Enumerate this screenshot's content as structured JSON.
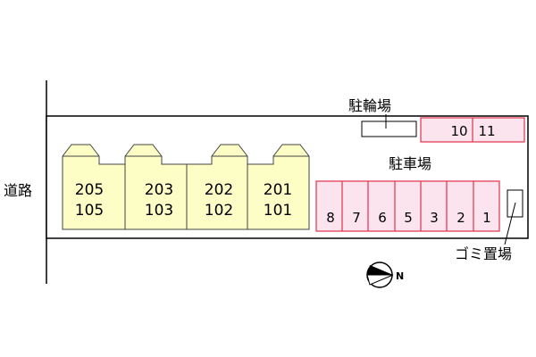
{
  "road_label": "道路",
  "bicycle_parking_label": "駐輪場",
  "parking_label": "駐車場",
  "garbage_label": "ゴミ置場",
  "compass_label": "N",
  "buildings": [
    {
      "upper": "205",
      "lower": "105"
    },
    {
      "upper": "203",
      "lower": "103"
    },
    {
      "upper": "202",
      "lower": "102"
    },
    {
      "upper": "201",
      "lower": "101"
    }
  ],
  "parking_top": [
    "10",
    "11"
  ],
  "parking_bottom": [
    "8",
    "7",
    "6",
    "5",
    "3",
    "2",
    "1"
  ],
  "colors": {
    "building_fill": "#fdfdc6",
    "parking_fill": "#fce4ee",
    "parking_stroke": "#e0304a",
    "line": "#000000"
  }
}
